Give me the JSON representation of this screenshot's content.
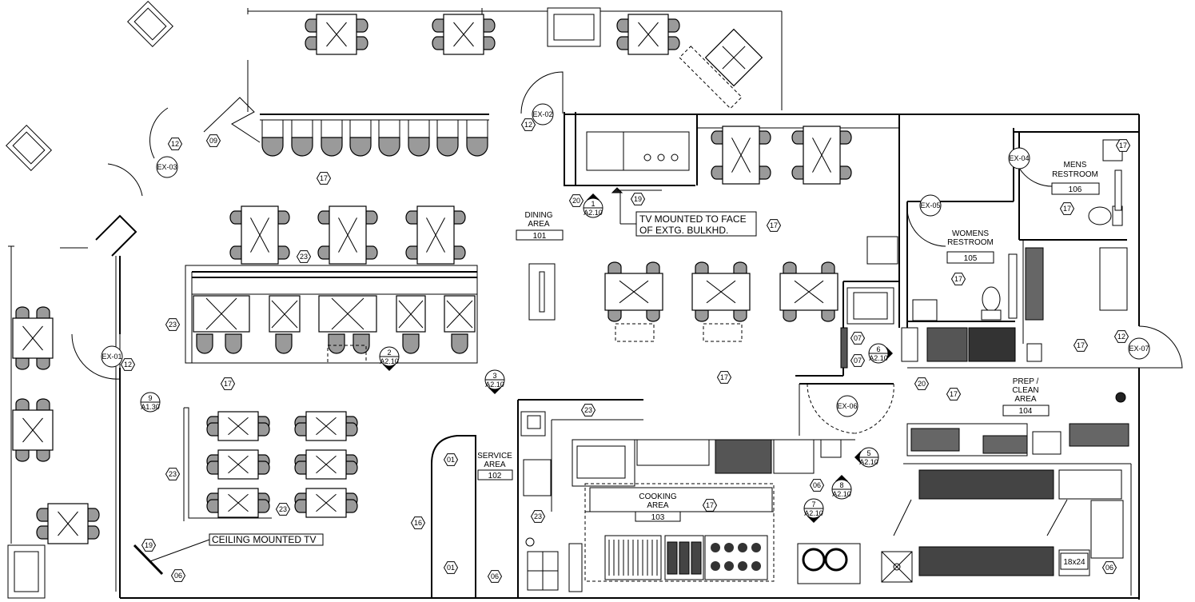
{
  "rooms": {
    "dining": {
      "name_line1": "DINING",
      "name_line2": "AREA",
      "number": "101"
    },
    "service": {
      "name_line1": "SERVICE",
      "name_line2": "AREA",
      "number": "102"
    },
    "cooking": {
      "name_line1": "COOKING",
      "name_line2": "AREA",
      "number": "103"
    },
    "prep": {
      "name_line1": "PREP /",
      "name_line2": "CLEAN",
      "name_line3": "AREA",
      "number": "104"
    },
    "womens": {
      "name_line1": "WOMENS",
      "name_line2": "RESTROOM",
      "number": "105"
    },
    "mens": {
      "name_line1": "MENS",
      "name_line2": "RESTROOM",
      "number": "106"
    }
  },
  "notes": {
    "tv_bulkhead_line1": "TV MOUNTED TO FACE",
    "tv_bulkhead_line2": "OF EXTG. BULKHD.",
    "ceiling_tv": "CEILING MOUNTED TV"
  },
  "exits": {
    "ex01": "EX-01",
    "ex02": "EX-02",
    "ex03": "EX-03",
    "ex04": "EX-04",
    "ex05": "EX-05",
    "ex06": "EX-06",
    "ex07": "EX-07"
  },
  "tags": {
    "t01a": "01",
    "t01b": "01",
    "t06a": "06",
    "t06b": "06",
    "t06c": "06",
    "t06d": "06",
    "t07a": "07",
    "t07b": "07",
    "t09": "09",
    "t12a": "12",
    "t12b": "12",
    "t12c": "12",
    "t12d": "12",
    "t16": "16",
    "t17a": "17",
    "t17b": "17",
    "t17c": "17",
    "t17d": "17",
    "t17e": "17",
    "t17f": "17",
    "t17g": "17",
    "t17h": "17",
    "t17i": "17",
    "t17j": "17",
    "t19a": "19",
    "t19b": "19",
    "t20a": "20",
    "t20b": "20",
    "t23a": "23",
    "t23b": "23",
    "t23c": "23",
    "t23d": "23",
    "t23e": "23",
    "t23f": "23"
  },
  "section_markers": {
    "m1_num": "1",
    "m1_ref": "A2.10",
    "m2_num": "2",
    "m2_ref": "A2.10",
    "m3_num": "3",
    "m3_ref": "A2.10",
    "m5_num": "5",
    "m5_ref": "A2.10",
    "m6_num": "6",
    "m6_ref": "A2.10",
    "m7_num": "7",
    "m7_ref": "A2.10",
    "m8_num": "8",
    "m8_ref": "A2.10",
    "m9_num": "9",
    "m9_ref": "A1.30"
  },
  "equipment_labels": {
    "floor_sink": "18x24"
  },
  "colors": {
    "line": "#000000",
    "seat_fill": "#9a9a9a",
    "background": "#ffffff"
  }
}
